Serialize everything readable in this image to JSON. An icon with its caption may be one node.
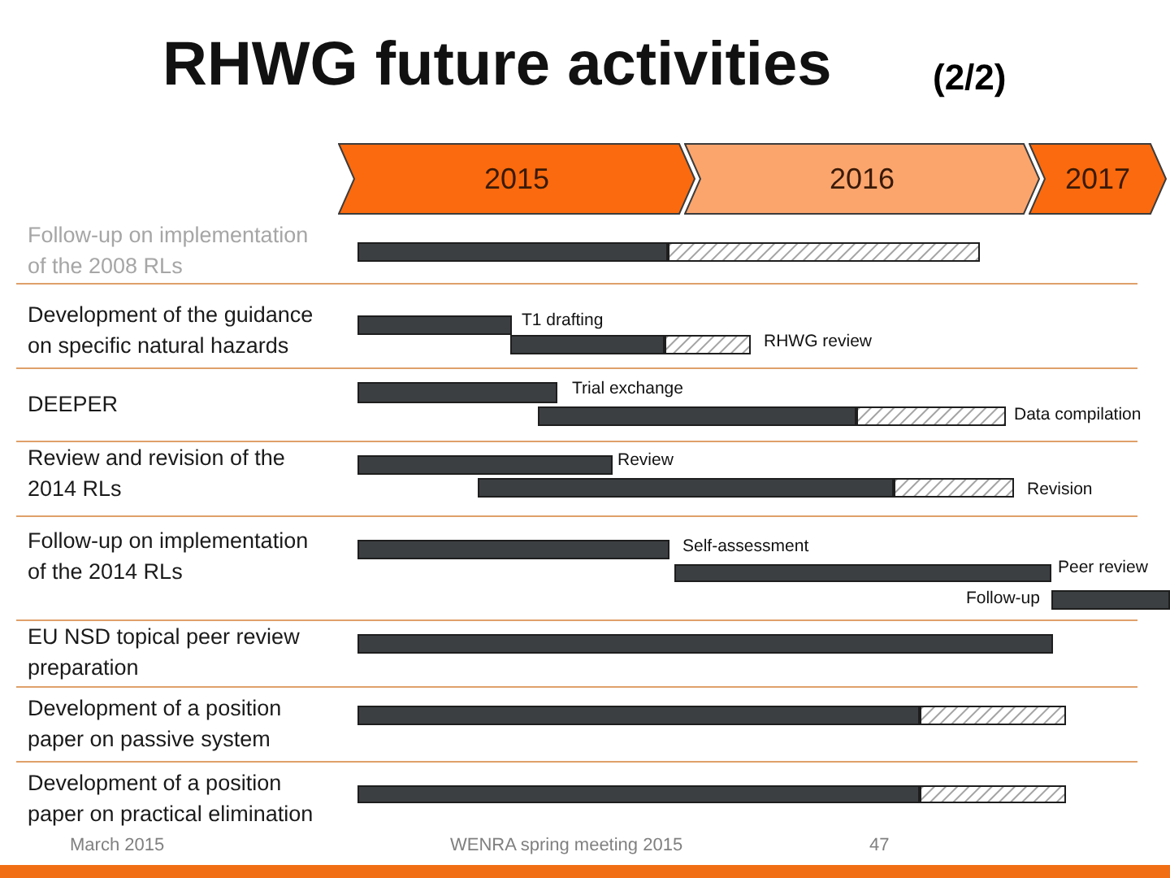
{
  "diagram": {
    "title": "RHWG future activities",
    "nodes": [
      {
        "text": [
          "2015"
        ]
      },
      {
        "text": [
          "2016"
        ]
      },
      {
        "text": [
          "2017"
        ]
      },
      {
        "text": [],
        "shape": "bar"
      },
      {
        "text": [],
        "shape": "hatched"
      },
      {
        "text": [],
        "shape": "bar",
        "beside": [
          "T1 drafting"
        ]
      },
      {
        "text": [],
        "shape": "bar"
      },
      {
        "text": [],
        "shape": "hatched",
        "beside": [
          "RHWG review"
        ]
      },
      {
        "text": [],
        "shape": "bar",
        "beside": [
          "Trial exchange"
        ]
      },
      {
        "text": [],
        "shape": "bar"
      },
      {
        "text": [],
        "shape": "hatched",
        "beside": [
          "Data compilation"
        ]
      },
      {
        "text": [],
        "shape": "bar",
        "beside": [
          "Review"
        ]
      },
      {
        "text": [],
        "shape": "bar"
      },
      {
        "text": [],
        "shape": "hatched",
        "beside": [
          "Revision"
        ]
      },
      {
        "text": [],
        "shape": "bar",
        "beside": [
          "Self-assessment"
        ]
      },
      {
        "text": [],
        "shape": "bar",
        "beside": [
          "Peer review"
        ]
      },
      {
        "text": [],
        "shape": "bar",
        "beside": [
          "Follow-up"
        ]
      },
      {
        "text": [],
        "shape": "bar"
      },
      {
        "text": [],
        "shape": "bar"
      },
      {
        "text": [],
        "shape": "hatched"
      },
      {
        "text": [],
        "shape": "bar"
      },
      {
        "text": [],
        "shape": "hatched"
      }
    ],
    "labels": [
      "(2/2)",
      "Follow-up on implementation of the 2008 RLs",
      "Development of the guidance on specific natural hazards",
      "DEEPER",
      "Review and revision of the 2014 RLs",
      "Follow-up on implementation of the 2014 RLs",
      "EU NSD topical peer review preparation",
      "Development of a position paper on passive system",
      "Development of a position paper on practical elimination",
      "March 2015",
      "WENRA spring meeting 2015",
      "47"
    ]
  }
}
